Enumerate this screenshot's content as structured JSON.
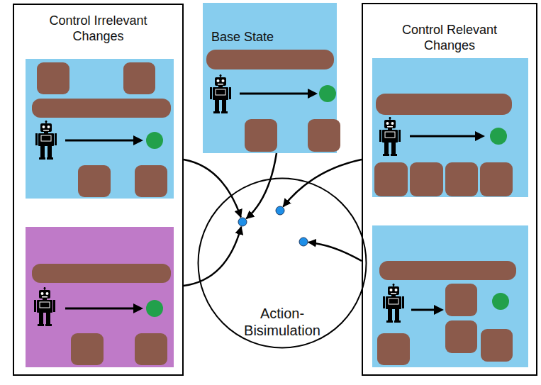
{
  "diagram": {
    "nodes": [
      {
        "text": [
          "Control Irrelevant Changes"
        ]
      },
      {
        "text": [
          "Base State"
        ]
      },
      {
        "text": [
          "Control Relevant Changes"
        ]
      },
      {
        "text": [
          "Action-Bisimulation"
        ]
      }
    ],
    "edges": [
      {
        "from": 0,
        "to": 3,
        "arrow": "to"
      },
      {
        "from": 0,
        "to": 3,
        "arrow": "to"
      },
      {
        "from": 1,
        "to": 3,
        "arrow": "to"
      },
      {
        "from": 2,
        "to": 3,
        "arrow": "to"
      },
      {
        "from": 2,
        "to": 3,
        "arrow": "to"
      }
    ]
  }
}
